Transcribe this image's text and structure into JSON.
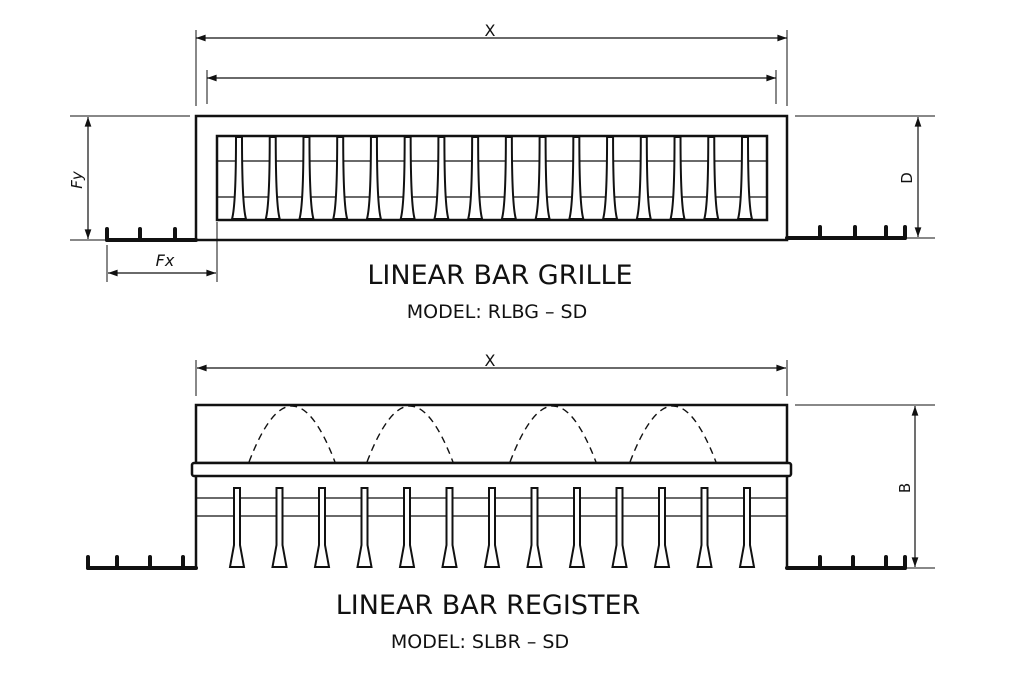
{
  "colors": {
    "ink": "#111111",
    "background": "#ffffff"
  },
  "grille": {
    "title": "LINEAR BAR GRILLE",
    "model": "MODEL: RLBG – SD",
    "dim_x": "X",
    "dim_d": "D",
    "dim_fy": "Fy",
    "dim_fx": "Fx",
    "bar_count": 16
  },
  "register": {
    "title": "LINEAR BAR REGISTER",
    "model": "MODEL: SLBR – SD",
    "dim_x": "X",
    "dim_b": "B",
    "bar_count": 13,
    "damper_blades": 4
  }
}
